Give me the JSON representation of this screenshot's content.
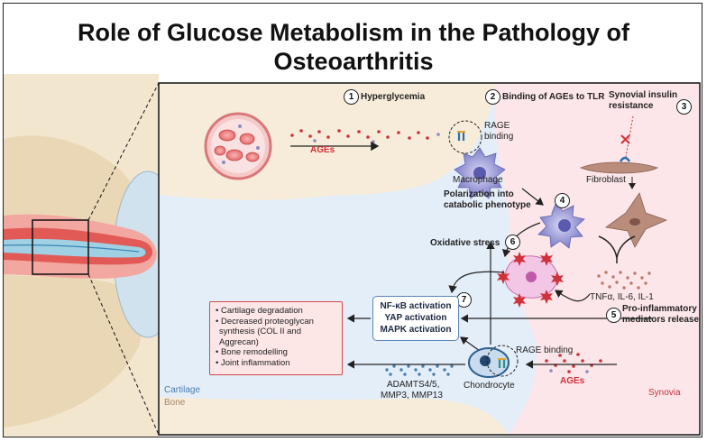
{
  "title_line1": "Role of Glucose Metabolism in the Pathology of",
  "title_line2": "Osteoarthritis",
  "steps": {
    "s1": {
      "num": "1",
      "label": "Hyperglycemia"
    },
    "s2": {
      "num": "2",
      "label": "Binding of AGEs to TLR"
    },
    "s3": {
      "num": "3",
      "label_line1": "Synovial insulin",
      "label_line2": "resistance"
    },
    "s4": {
      "num": "4",
      "label_line1": "Polarization into",
      "label_line2": "catabolic phenotype"
    },
    "s5": {
      "num": "5",
      "label_line1": "Pro-inflammatory",
      "label_line2": "mediators release"
    },
    "s6": {
      "num": "6",
      "label": "Oxidative stress"
    },
    "s7": {
      "num": "7"
    }
  },
  "labels": {
    "ages_top": "AGEs",
    "rage_binding_top_line1": "RAGE",
    "rage_binding_top_line2": "binding",
    "macrophage": "Macrophage",
    "fibroblast": "Fibroblast",
    "cytokines": "TNFα, IL-6, IL-1",
    "rage_binding_bottom": "RAGE binding",
    "ages_bottom": "AGEs",
    "chondrocyte": "Chondrocyte",
    "enzymes_line1": "ADAMTS4/5,",
    "enzymes_line2": "MMP3, MMP13",
    "cartilage": "Cartilage",
    "bone": "Bone",
    "synovia": "Synovia"
  },
  "signaling": [
    "NF-κB activation",
    "YAP activation",
    "MAPK activation"
  ],
  "outcomes": [
    "• Cartilage degradation",
    "• Decreased proteoglycan",
    "synthesis (COL II and Aggrecan)",
    "• Bone remodelling",
    "• Joint inflammation"
  ],
  "colors": {
    "bone": "#f7ecd9",
    "cartilage": "#e4eef9",
    "synovia": "#fde6e9",
    "accent_red": "#d0313a",
    "box_border_red": "#d24a4a",
    "box_border_blue": "#5b86b8"
  }
}
